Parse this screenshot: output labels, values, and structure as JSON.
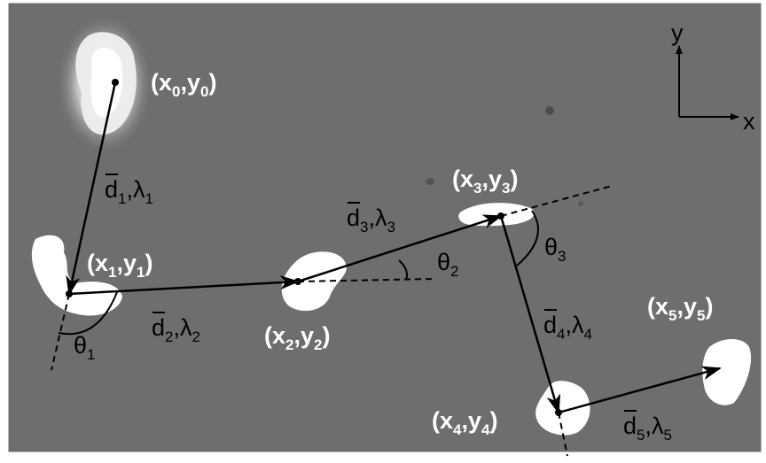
{
  "colors": {
    "background": "#6e6e6e",
    "frame": "#ffffff",
    "cell": "#ffffff",
    "arrow": "#000000",
    "white_label": "#ffffff",
    "black_label": "#000000"
  },
  "axes_indicator": {
    "y_label": "y",
    "x_label": "x"
  },
  "points": [
    {
      "base": "(x",
      "sub_x": "0",
      "mid": ",y",
      "sub_y": "0",
      "close": ")"
    },
    {
      "base": "(x",
      "sub_x": "1",
      "mid": ",y",
      "sub_y": "1",
      "close": ")"
    },
    {
      "base": "(x",
      "sub_x": "2",
      "mid": ",y",
      "sub_y": "2",
      "close": ")"
    },
    {
      "base": "(x",
      "sub_x": "3",
      "mid": ",y",
      "sub_y": "3",
      "close": ")"
    },
    {
      "base": "(x",
      "sub_x": "4",
      "mid": ",y",
      "sub_y": "4",
      "close": ")"
    },
    {
      "base": "(x",
      "sub_x": "5",
      "mid": ",y",
      "sub_y": "5",
      "close": ")"
    }
  ],
  "steps": [
    {
      "d": "d",
      "sub_d": "1",
      "sep": ",",
      "lambda": "λ",
      "sub_l": "1"
    },
    {
      "d": "d",
      "sub_d": "2",
      "sep": ",",
      "lambda": "λ",
      "sub_l": "2"
    },
    {
      "d": "d",
      "sub_d": "3",
      "sep": ",",
      "lambda": "λ",
      "sub_l": "3"
    },
    {
      "d": "d",
      "sub_d": "4",
      "sep": ",",
      "lambda": "λ",
      "sub_l": "4"
    },
    {
      "d": "d",
      "sub_d": "5",
      "sep": ",",
      "lambda": "λ",
      "sub_l": "5"
    }
  ],
  "angles": [
    {
      "symbol": "θ",
      "sub": "1"
    },
    {
      "symbol": "θ",
      "sub": "2"
    },
    {
      "symbol": "θ",
      "sub": "3"
    }
  ]
}
